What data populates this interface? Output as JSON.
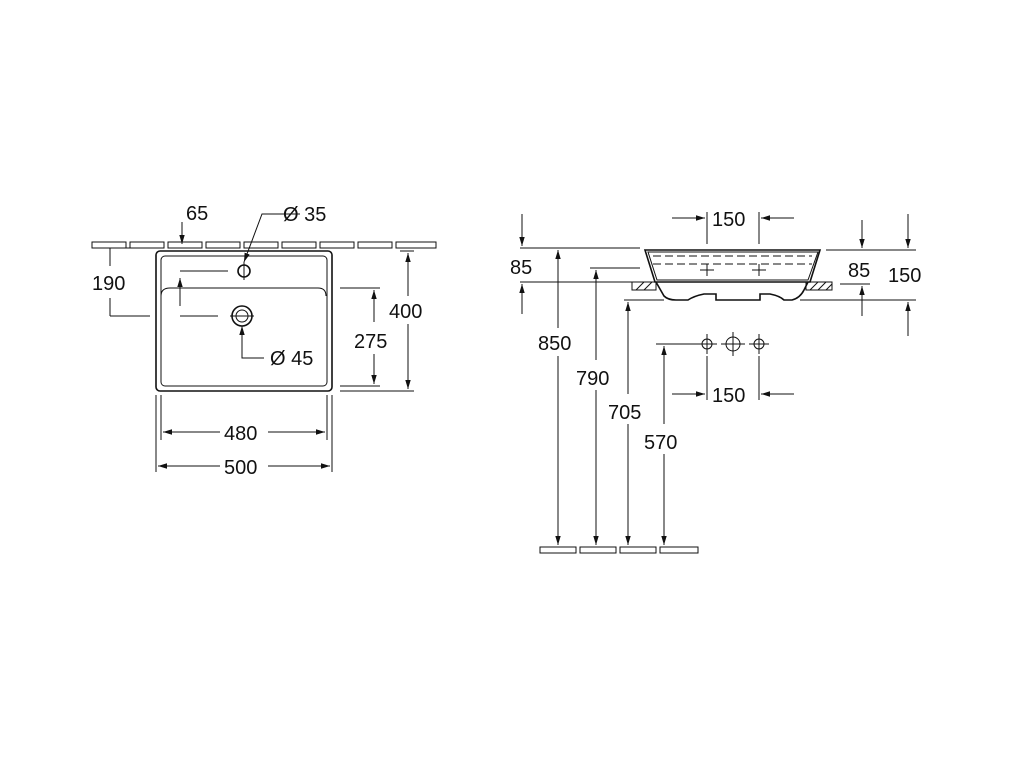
{
  "plan_view": {
    "dim_tap_offset": "65",
    "dim_tap_hole": "Ø 35",
    "dim_tap_depth": "190",
    "dim_waste_hole": "Ø 45",
    "dim_inner_depth": "275",
    "dim_depth": "400",
    "dim_inner_width": "480",
    "dim_width": "500"
  },
  "side_view": {
    "dim_top_tap_spacing": "150",
    "dim_rim_left": "85",
    "dim_rim_right": "85",
    "dim_height": "150",
    "dim_rim_height": "850",
    "dim_wall_mount": "790",
    "dim_waste_height": "705",
    "dim_supply_height": "570",
    "dim_supply_spacing": "150"
  }
}
